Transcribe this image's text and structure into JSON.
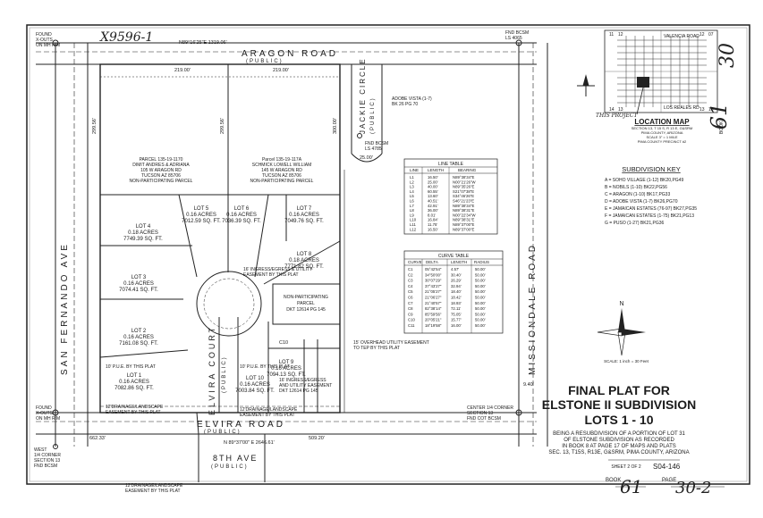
{
  "header": {
    "doc_id": "X9596-1",
    "page_mark": "30",
    "book_mark": "61"
  },
  "roads": {
    "aragon": "ARAGON ROAD",
    "aragon_sub": "(PUBLIC)",
    "elvira_road": "ELVIRA ROAD",
    "elvira_road_sub": "(PUBLIC)",
    "san_fernando": "SAN FERNANDO AVE",
    "missiondale": "MISSIONDALE ROAD",
    "jackie_circle": "JACKIE CIRCLE",
    "jackie_sub": "(PUBLIC)",
    "elvira_court": "ELVIRA COURT",
    "elvira_court_sub": "(PUBLIC)",
    "eighth_ave": "8TH AVE",
    "eighth_sub": "(PUBLIC)"
  },
  "monuments": {
    "nw": [
      "FOUND",
      "X-OUTS",
      "ON MH RIM"
    ],
    "ne": [
      "FND BCSM",
      "LS 4065"
    ],
    "adobe": [
      "ADOBE VISTA (1-7)",
      "BK 26 PG 70"
    ],
    "fnd_bcsm": [
      "FND BCSM",
      "LS 4785"
    ],
    "sw": [
      "FOUND",
      "X-OUTS",
      "ON MH RIM"
    ],
    "west": [
      "WEST",
      "1/4 CORNER",
      "SECTION 13",
      "FND BCSM"
    ],
    "center": [
      "CENTER 1/4 CORNER",
      "SECTION 13",
      "FND COT BCSM"
    ]
  },
  "dims": {
    "top_bearing": "N89°16'25\"E 1319.06'",
    "top_219": "219.00'",
    "left_dim": "299.56'",
    "mid_dim": "300.00'",
    "bottom_bearing": "N 89°37'00\" E 2646.61'",
    "bottom_left": "662.33'",
    "bottom_right": "509.20'",
    "road_25": "25.00'",
    "c10": "C10",
    "dim_9_40": "9.40'"
  },
  "parcels": [
    {
      "lines": [
        "PARCEL 135-19-1170",
        "DIMIT ANDRES & ADRIANA",
        "105 W ARAGON RD",
        "TUCSON AZ 85706",
        "NON-PARTICIPATING PARCEL"
      ]
    },
    {
      "lines": [
        "Parcel 135-19-117A",
        "SCHMICK LOWELL WILLIAM",
        "145 W ARAGON RD",
        "TUCSON AZ 85706",
        "NON-PARTICIPATING PARCEL"
      ]
    }
  ],
  "lots": [
    {
      "name": "LOT 1",
      "acres": "0.16 ACRES",
      "sqft": "7082.86 SQ. FT."
    },
    {
      "name": "LOT 2",
      "acres": "0.16 ACRES",
      "sqft": "7161.08 SQ. FT."
    },
    {
      "name": "LOT 3",
      "acres": "0.16 ACRES",
      "sqft": "7074.41 SQ. FT."
    },
    {
      "name": "LOT 4",
      "acres": "0.18 ACRES",
      "sqft": "7749.39 SQ. FT."
    },
    {
      "name": "LOT 5",
      "acres": "0.16 ACRES",
      "sqft": "7012.59 SQ. FT."
    },
    {
      "name": "LOT 6",
      "acres": "0.16 ACRES",
      "sqft": "7036.39 SQ. FT."
    },
    {
      "name": "LOT 7",
      "acres": "0.16 ACRES",
      "sqft": "7049.76 SQ. FT."
    },
    {
      "name": "LOT 8",
      "acres": "0.18 ACRES",
      "sqft": "7771.82 SQ. FT."
    },
    {
      "name": "LOT 9",
      "acres": "0.16 ACRES",
      "sqft": "7094.13 SQ. FT."
    },
    {
      "name": "LOT 10",
      "acres": "0.16 ACRES",
      "sqft": "7003.84 SQ. FT."
    }
  ],
  "non_participating": [
    "NON-PARTICIPATING",
    "PARCEL",
    "DKT 12614 PG 145"
  ],
  "easements": {
    "ingress1": [
      "16' INGRESS/EGRESS & UTILITY",
      "EASEMENT BY THIS PLAT"
    ],
    "ingress2": [
      "16' INGRESS/EGRESS",
      "AND UTILITY EASEMENT",
      "DKT 12614 PG 145"
    ],
    "overhead": [
      "15' OVERHEAD UTILITY EASEMENT",
      "TO TEP BY THIS PLAT"
    ],
    "pue1": "10' P.U.E. BY THIS PLAT",
    "pue2": "10' P.U.E. BY THIS PLAT",
    "drain1": [
      "12'DRAINAGE/LANDSCAPE",
      "EASEMENT BY THIS PLAT"
    ],
    "drain2": [
      "12'DRAINAGE/LANDSCAPE",
      "EASEMENT BY THIS PLAT"
    ],
    "drain3": [
      "12'DRAINAGE/LANDSCAPE",
      "EASEMENT BY THIS PLAT"
    ]
  },
  "line_table": {
    "title": "LINE TABLE",
    "headers": [
      "LINE",
      "LENGTH",
      "BEARING"
    ],
    "rows": [
      [
        "L1",
        "16.50'",
        "N89°38'34\"E"
      ],
      [
        "L2",
        "25.00'",
        "N00°21'26\"W"
      ],
      [
        "L3",
        "40.00'",
        "N89°35'26\"E"
      ],
      [
        "L4",
        "60.55'",
        "S21°07'38\"E"
      ],
      [
        "L5",
        "13.60'",
        "S34°46'26\"E"
      ],
      [
        "L6",
        "40.51'",
        "S46°21'23\"E"
      ],
      [
        "L7",
        "42.91'",
        "N89°38'34\"E"
      ],
      [
        "L8",
        "36.00'",
        "N89°38'31\"E"
      ],
      [
        "L9",
        "8.01'",
        "N00°22'34\"W"
      ],
      [
        "L10",
        "16.84'",
        "N89°38'31\"E"
      ],
      [
        "L11",
        "11.75'",
        "N89°37'00\"E"
      ],
      [
        "L12",
        "16.50'",
        "N89°37'00\"E"
      ]
    ]
  },
  "curve_table": {
    "title": "CURVE TABLE",
    "headers": [
      "CURVE",
      "DELTA",
      "LENGTH",
      "RADIUS"
    ],
    "rows": [
      [
        "C1",
        "05°42'54\"",
        "4.57'",
        "50.00'"
      ],
      [
        "C2",
        "34°50'00\"",
        "30.40'",
        "50.00'"
      ],
      [
        "C3",
        "30°07'29\"",
        "26.29'",
        "50.00'"
      ],
      [
        "C4",
        "37°43'27\"",
        "32.94'",
        "50.00'"
      ],
      [
        "C5",
        "21°05'27\"",
        "18.40'",
        "50.00'"
      ],
      [
        "C6",
        "21°06'27\"",
        "18.42'",
        "50.00'"
      ],
      [
        "C7",
        "21°40'57\"",
        "18.93'",
        "50.00'"
      ],
      [
        "C8",
        "82°38'14\"",
        "72.11'",
        "50.00'"
      ],
      [
        "C9",
        "85°59'56\"",
        "75.05'",
        "50.00'"
      ],
      [
        "C10",
        "20°05'21\"",
        "15.77'",
        "50.00'"
      ],
      [
        "C11",
        "18°19'58\"",
        "16.00'",
        "50.00'"
      ]
    ]
  },
  "location_map": {
    "title": "LOCATION MAP",
    "lines": [
      "SECTION 13, T 15 S, R 13 E, G&SRM",
      "PIMA COUNTY, ARIZONA",
      "SCALE 3\" = 1 MILE",
      "PIMA COUNTY PRECINCT #2"
    ],
    "streets": [
      "VALENCIA ROAD",
      "LOS REALES RD"
    ],
    "grid": [
      "11",
      "12",
      "12",
      "07",
      "14",
      "13",
      "13",
      "18"
    ],
    "this_project": "THIS PROJECT"
  },
  "subdivision_key": {
    "title": "SUBDIVISION KEY",
    "items": [
      "A = SOHO VILLAGE (1-12) BK20,PG49",
      "B = NOBILS (1-10) BK22,PG56",
      "C = ARAGON (1-10) BK17,PG33",
      "D = ADOBE VISTA (1-7) BK26,PG70",
      "E = JAMAICAN ESTATES (76-97) BK27,PG35",
      "F = JAMAICAN ESTATES (1-75) BK21,PG13",
      "G = PUSO (1-27) BK21,PG36"
    ]
  },
  "north": "N",
  "scale": "SCALE: 1 inch = 30 Feet",
  "title_block": {
    "l1": "FINAL PLAT FOR",
    "l2": "ELSTONE II SUBDIVISION",
    "l3": "LOTS 1 - 10",
    "desc": [
      "BEING A RESUBDIVISION OF A PORTION OF LOT 31",
      "OF ELSTONE SUBDIVISION AS RECORDED",
      "IN BOOK 8 AT PAGE 17 OF MAPS AND PLATS",
      "SEC. 13, T15S, R13E, G&SRM, PIMA COUNTY, ARIZONA"
    ],
    "sheet": "SHEET 2 OF 2",
    "number": "S04-146"
  },
  "footer": {
    "book_label": "BOOK",
    "book_value": "61",
    "page_label": "PAGE",
    "page_value": "30-2"
  }
}
